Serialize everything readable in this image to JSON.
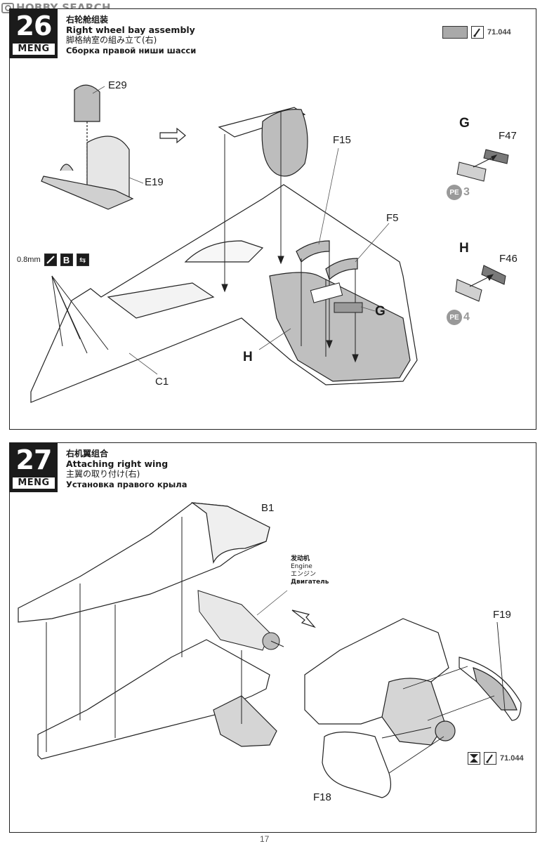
{
  "watermark": {
    "text": "HOBBY SEARCH"
  },
  "brand": "MENG",
  "page_number": "17",
  "step26": {
    "number": "26",
    "title_zh": "右轮舱组装",
    "title_en": "Right wheel bay assembly",
    "title_ja": "脚格納室の組み立て(右)",
    "title_ru": "Сборка правой ниши шасси",
    "paint_code": "71.044",
    "parts": {
      "e29": "E29",
      "e19": "E19",
      "f15": "F15",
      "f5": "F5",
      "c1": "C1",
      "g": "G",
      "h": "H",
      "f47": "F47",
      "f46": "F46"
    },
    "drill": {
      "size": "0.8mm",
      "b_label": "B"
    },
    "subassembly_g": {
      "label": "G",
      "pe_num": "3",
      "pe_text": "PE"
    },
    "subassembly_h": {
      "label": "H",
      "pe_num": "4",
      "pe_text": "PE"
    }
  },
  "step27": {
    "number": "27",
    "title_zh": "右机翼组合",
    "title_en": "Attaching right wing",
    "title_ja": "主翼の取り付け(右)",
    "title_ru": "Установка правого крыла",
    "parts": {
      "b1": "B1",
      "f19": "F19",
      "f18": "F18"
    },
    "engine": {
      "zh": "发动机",
      "en": "Engine",
      "ja": "エンジン",
      "ru": "Двигатель"
    },
    "paint_code": "71.044"
  }
}
